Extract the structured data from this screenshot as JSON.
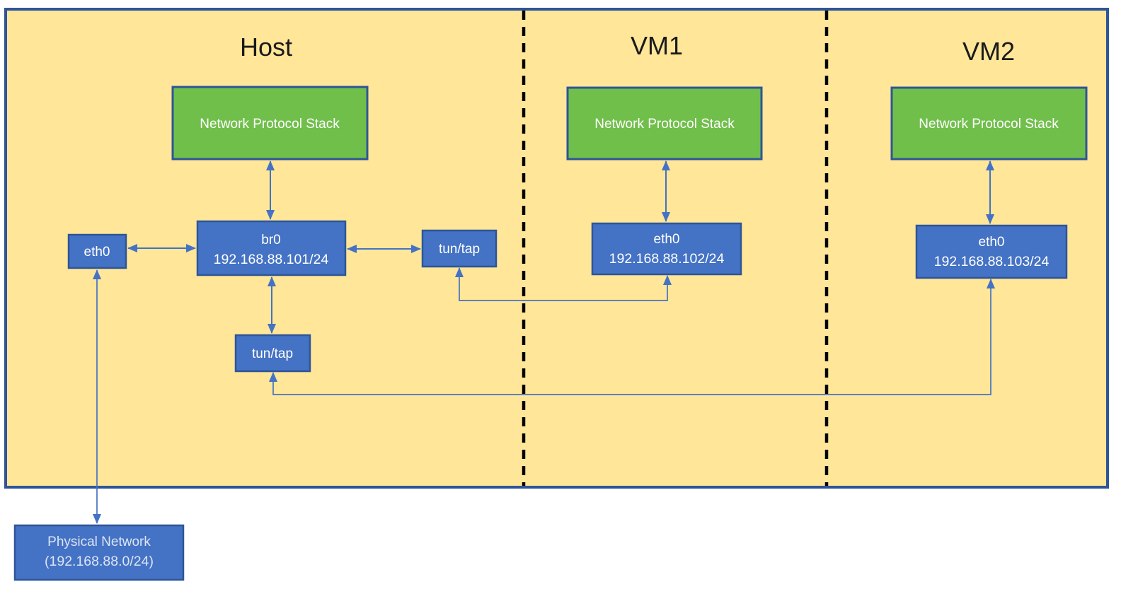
{
  "colors": {
    "canvas_bg": "#FFFFFF",
    "container_fill": "#FFE699",
    "container_border": "#2F5597",
    "box_green_fill": "#70BF4B",
    "box_blue_fill": "#4472C4",
    "box_border": "#2F5597",
    "arrow": "#4472C4",
    "divider": "#000000",
    "title_text": "#1A1A1A",
    "box_text": "#FFFFFF",
    "physical_text": "#DCE5F5"
  },
  "sections": {
    "host": {
      "title": "Host"
    },
    "vm1": {
      "title": "VM1"
    },
    "vm2": {
      "title": "VM2"
    }
  },
  "nodes": {
    "host_nps": {
      "label": "Network Protocol Stack"
    },
    "vm1_nps": {
      "label": "Network Protocol Stack"
    },
    "vm2_nps": {
      "label": "Network Protocol Stack"
    },
    "br0": {
      "line1": "br0",
      "line2": "192.168.88.101/24"
    },
    "host_eth0": {
      "label": "eth0"
    },
    "tuntap_right": {
      "label": "tun/tap"
    },
    "tuntap_bottom": {
      "label": "tun/tap"
    },
    "vm1_eth0": {
      "line1": "eth0",
      "line2": "192.168.88.102/24"
    },
    "vm2_eth0": {
      "line1": "eth0",
      "line2": "192.168.88.103/24"
    },
    "physical_network": {
      "line1": "Physical Network",
      "line2": "(192.168.88.0/24)"
    }
  }
}
